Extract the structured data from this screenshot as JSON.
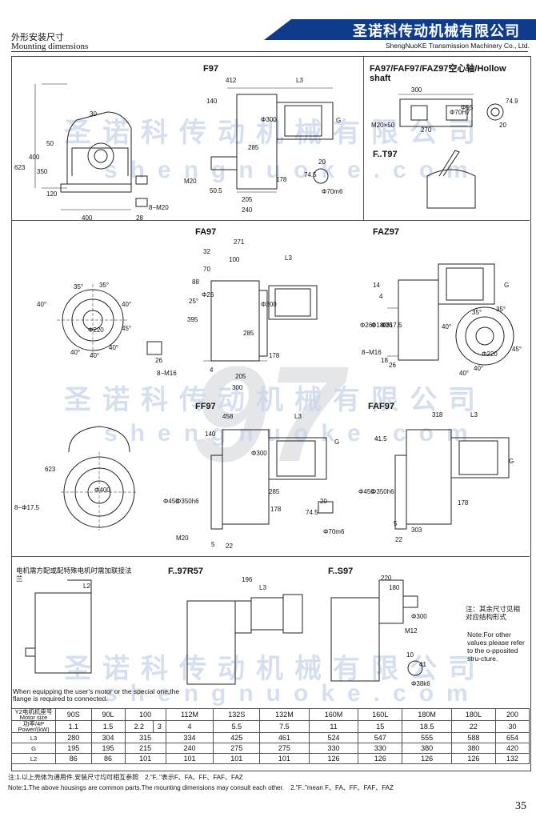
{
  "header": {
    "section_cn": "外形安装尺寸",
    "section_en": "Mounting dimensions",
    "company_cn": "圣诺科传动机械有限公司",
    "company_en": "ShengNuoKE Transmission Machinery Co., Ltd.",
    "brand_color": "#0f3c8a"
  },
  "watermark": {
    "cn": "圣诺科传动机械有限公司",
    "en": "shengnuoke.com",
    "big": "97"
  },
  "views": {
    "f97": {
      "title": "F97",
      "dims": [
        "30",
        "50",
        "623",
        "400",
        "350",
        "120",
        "400",
        "28",
        "8−M20",
        "412",
        "L3",
        "140",
        "G",
        "Φ300",
        "285",
        "178",
        "M20",
        "50.5",
        "205",
        "240",
        "20",
        "74.5",
        "Φ70m6"
      ]
    },
    "fa97hollow": {
      "title": "FA97/FAF97/FAZ97空心轴/Hollow shaft",
      "dims": [
        "300",
        "Φ70H7",
        "Φ95",
        "M20×50",
        "270",
        "74.9",
        "20"
      ]
    },
    "ft97": {
      "title": "F..T97"
    },
    "fa97": {
      "title": "FA97",
      "dims": [
        "271",
        "32",
        "100",
        "L3",
        "70",
        "88",
        "Φ26",
        "Φ300",
        "25°",
        "395",
        "285",
        "4",
        "205",
        "300",
        "178",
        "26",
        "8−M16",
        "35°",
        "35°",
        "40°",
        "40°",
        "40°",
        "40°",
        "40°",
        "Φ220",
        "45°"
      ]
    },
    "faz97": {
      "title": "FAZ97",
      "dims": [
        "14",
        "4",
        "G",
        "Φ260",
        "Φ180f6",
        "Φ317.5",
        "8−M16",
        "18",
        "26",
        "35°",
        "35°",
        "40°",
        "40°",
        "Φ220",
        "45°",
        "40°"
      ]
    },
    "ff97": {
      "title": "FF97",
      "dims": [
        "458",
        "L3",
        "140",
        "G",
        "Φ300",
        "623",
        "8−Φ17.5",
        "Φ400",
        "Φ450",
        "Φ350h6",
        "285",
        "178",
        "M20",
        "5",
        "22",
        "20",
        "74.5",
        "Φ70m6"
      ]
    },
    "faf97": {
      "title": "FAF97",
      "dims": [
        "318",
        "L3",
        "41.5",
        "G",
        "Φ450",
        "Φ350h6",
        "178",
        "5",
        "303",
        "22"
      ]
    },
    "flange": {
      "note_cn": "电机需方配或配特殊电机时需加联接法兰",
      "note_en": "When equipping the user's motor or the special one,the flange is required to connected.",
      "dims": [
        "L2"
      ]
    },
    "f97r57": {
      "title": "F..97R57",
      "dims": [
        "196",
        "L3"
      ]
    },
    "fs97": {
      "title": "F..S97",
      "dims": [
        "220",
        "180",
        "Φ300",
        "M12",
        "10",
        "41",
        "Φ38k6"
      ],
      "note_cn": "注：其余尺寸见相对应结构形式",
      "note_en": "Note:For other values please refer to the o-pposited stru-cture."
    }
  },
  "table": {
    "head": [
      "Y2电机机座号 Motor size",
      "90S",
      "90L",
      "100",
      "112M",
      "132S",
      "132M",
      "160M",
      "160L",
      "180M",
      "180L",
      "200"
    ],
    "power_label": "功率/4P Power/(kW)",
    "power": [
      "1.1",
      "1.5",
      "2.2",
      "3",
      "4",
      "5.5",
      "7.5",
      "11",
      "15",
      "18.5",
      "22",
      "30"
    ],
    "rows": [
      {
        "label": "L3",
        "values": [
          "280",
          "304",
          "315",
          "334",
          "425",
          "461",
          "524",
          "547",
          "555",
          "588",
          "654"
        ]
      },
      {
        "label": "G",
        "values": [
          "195",
          "195",
          "215",
          "240",
          "275",
          "275",
          "330",
          "330",
          "380",
          "380",
          "420"
        ]
      },
      {
        "label": "L2",
        "values": [
          "86",
          "86",
          "101",
          "101",
          "101",
          "101",
          "126",
          "126",
          "126",
          "126",
          "132"
        ]
      }
    ]
  },
  "footer": {
    "note1_cn": "注:1.以上壳体为通用件,安装尺寸均可相互参照　2.\"F..\"表示F、FA、FF、FAF、FAZ",
    "note1_en": "Note:1.The above housings are common parts.The mounting dimensions may consult each other.　2.\"F..\"mean F、FA、FF、FAF、FAZ",
    "page": "35"
  }
}
